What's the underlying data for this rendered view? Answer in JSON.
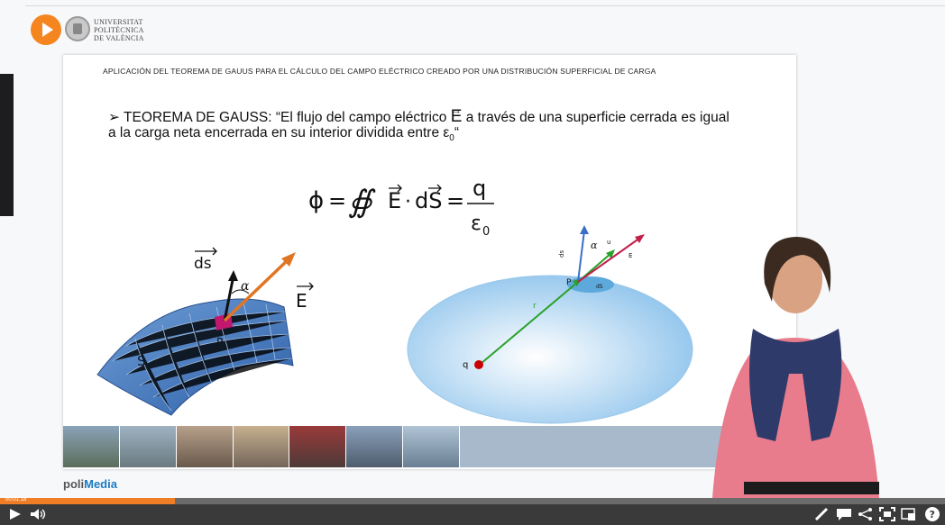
{
  "header": {
    "logo_lines": [
      "UNIVERSITAT",
      "POLITÈCNICA",
      "DE VALÈNCIA"
    ]
  },
  "slide": {
    "title": "APLICACIÓN DEL TEOREMA DE GAUUS PARA EL CÁLCULO DEL CAMPO ELÉCTRICO CREADO POR UNA DISTRIBUCIÓN SUPERFICIAL DE CARGA",
    "bullet_marker": "➢",
    "bullet_part1": "TEOREMA DE GAUSS: “El flujo del campo eléctrico",
    "bullet_E": "E",
    "bullet_part2": "a través de una superficie cerrada es igual",
    "bullet_line2": "a la carga neta encerrada en su interior dividida entre ε",
    "bullet_sub": "0",
    "bullet_close": "“",
    "formula": {
      "phi": "ϕ",
      "eq": "=",
      "integral": "∯",
      "E": "E",
      "dot": "·",
      "dS": "dS",
      "q": "q",
      "eps": "ε",
      "eps_sub": "0"
    },
    "left_figure": {
      "ds_label": "ds",
      "alpha": "α",
      "E_label": "E",
      "P_label": "P",
      "S_label": "S"
    },
    "right_figure": {
      "ds_label": "ds",
      "alpha": "α",
      "u_label": "u",
      "E_label": "E",
      "P_label": "P",
      "dS_small": "dS",
      "r_label": "r",
      "q_label": "q"
    }
  },
  "footer": {
    "brand_prefix": "poli",
    "brand_suffix": "Media"
  },
  "player": {
    "time": "00:01:18",
    "progress": 0.185
  }
}
